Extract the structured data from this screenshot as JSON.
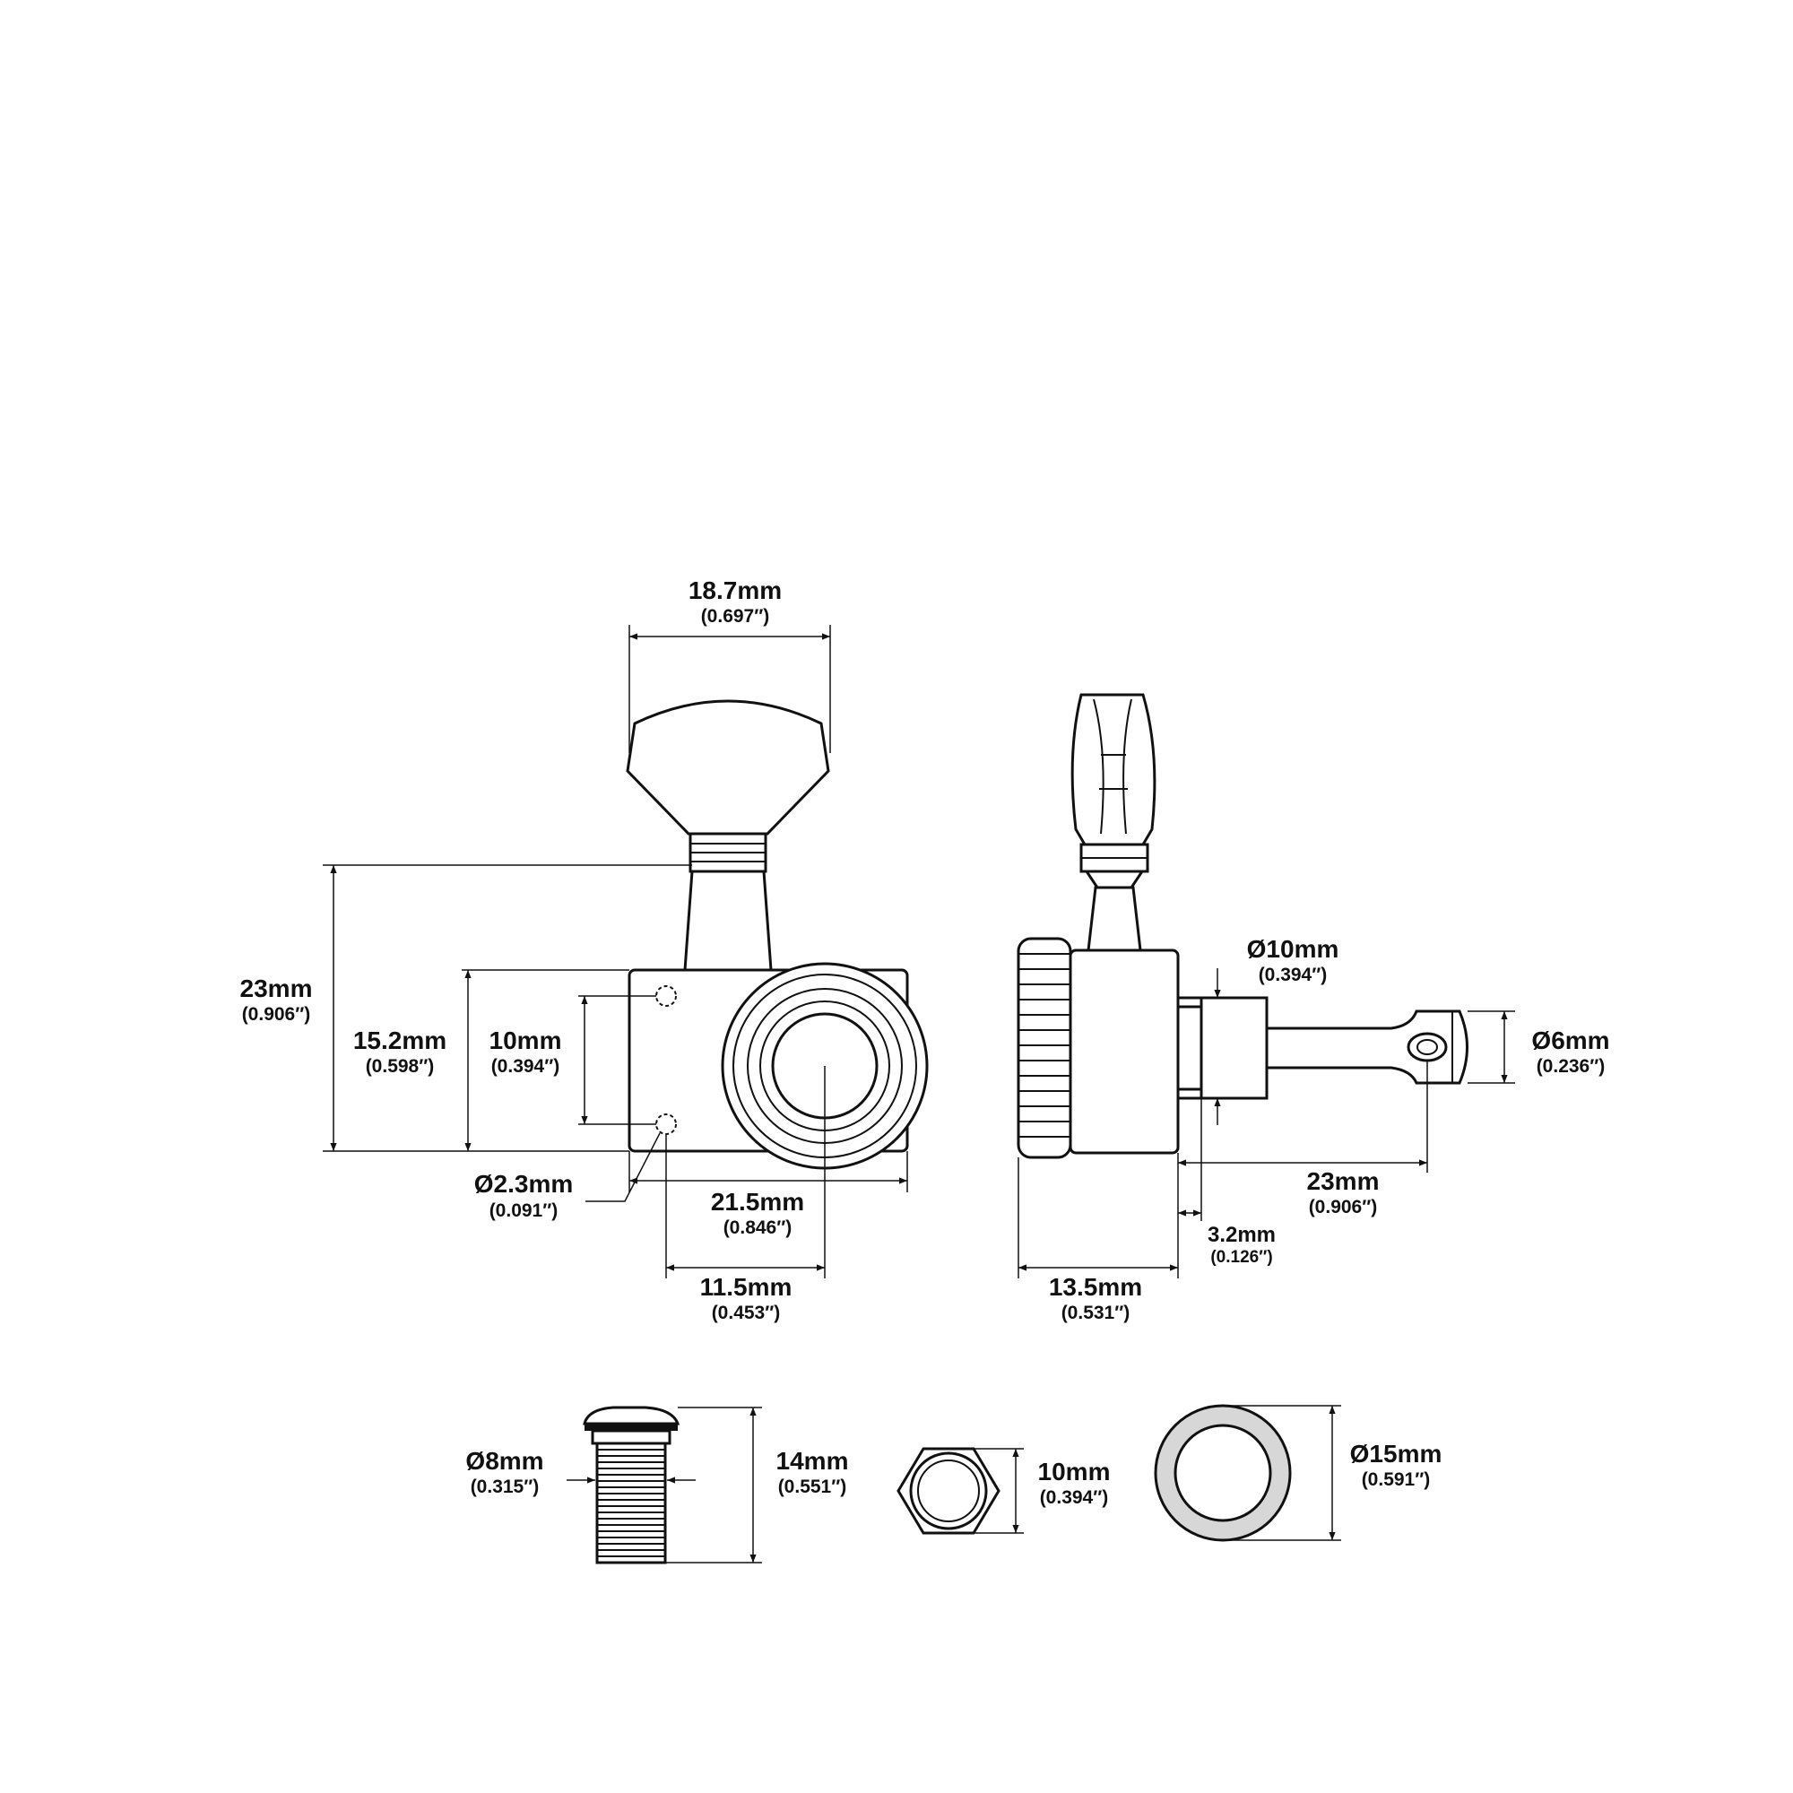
{
  "dimensions": {
    "button_width": {
      "mm": "18.7mm",
      "in": "(0.697″)"
    },
    "overall_height": {
      "mm": "23mm",
      "in": "(0.906″)"
    },
    "housing_height": {
      "mm": "15.2mm",
      "in": "(0.598″)"
    },
    "screw_spacing": {
      "mm": "10mm",
      "in": "(0.394″)"
    },
    "screw_hole": {
      "mm": "Ø2.3mm",
      "in": "(0.091″)"
    },
    "housing_width": {
      "mm": "21.5mm",
      "in": "(0.846″)"
    },
    "post_offset": {
      "mm": "11.5mm",
      "in": "(0.453″)"
    },
    "bushing_dia": {
      "mm": "Ø10mm",
      "in": "(0.394″)"
    },
    "post_dia": {
      "mm": "Ø6mm",
      "in": "(0.236″)"
    },
    "post_length": {
      "mm": "23mm",
      "in": "(0.906″)"
    },
    "bushing_depth": {
      "mm": "3.2mm",
      "in": "(0.126″)"
    },
    "body_depth": {
      "mm": "13.5mm",
      "in": "(0.531″)"
    },
    "ferrule_dia": {
      "mm": "Ø8mm",
      "in": "(0.315″)"
    },
    "ferrule_length": {
      "mm": "14mm",
      "in": "(0.551″)"
    },
    "nut_size": {
      "mm": "10mm",
      "in": "(0.394″)"
    },
    "washer_dia": {
      "mm": "Ø15mm",
      "in": "(0.591″)"
    }
  }
}
